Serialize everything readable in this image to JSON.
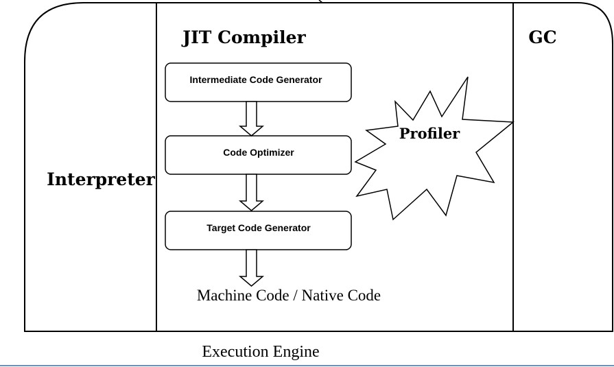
{
  "diagram": {
    "interpreter_label": "Interpreter",
    "jit_title": "JIT Compiler",
    "gc_label": "GC",
    "profiler_label": "Profiler",
    "steps": [
      "Intermediate Code Generator",
      "Code Optimizer",
      "Target Code Generator"
    ],
    "output_label": "Machine Code / Native Code",
    "caption": "Execution Engine"
  }
}
